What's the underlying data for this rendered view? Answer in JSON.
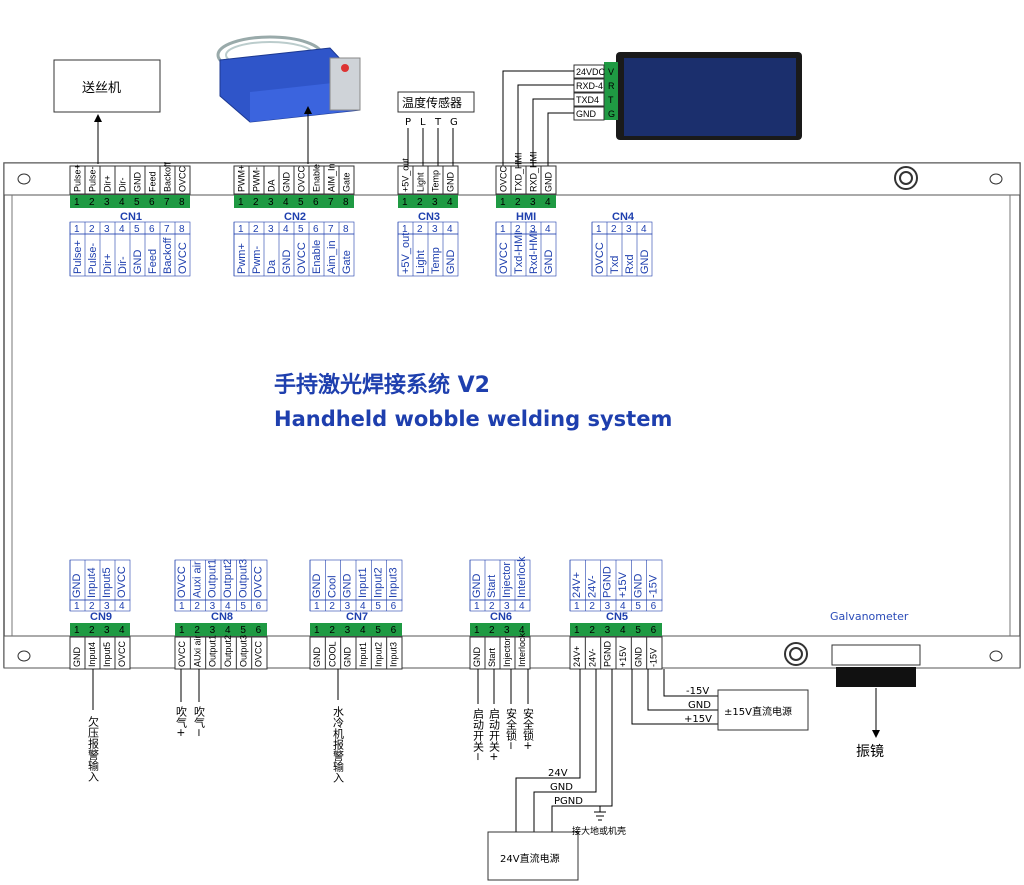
{
  "title_cn": "手持激光焊接系统 V2",
  "title_en": "Handheld wobble welding system",
  "galvanometer_label": "Galvanometer",
  "wire_feeder_label": "送丝机",
  "temp_sensor_label": "温度传感器",
  "temp_sensor_pins": [
    "P",
    "L",
    "T",
    "G"
  ],
  "hmi_pins": [
    "24VDC",
    "RXD-4",
    "TXD4",
    "GND"
  ],
  "hmi_side_letters": [
    "V",
    "R",
    "T",
    "G"
  ],
  "galvo_label": "振镜",
  "power24_label": "24V直流电源",
  "power15_label": "±15V直流电源",
  "ground_label": "接大地或机壳",
  "top_connectors": [
    {
      "id": "CN1",
      "terminals": [
        "Pulse+",
        "Pulse-",
        "Dir+",
        "Dir-",
        "GND",
        "Feed",
        "Backoff",
        "OVCC"
      ],
      "pins": [
        "Pulse+",
        "Pulse-",
        "Dir+",
        "Dir-",
        "GND",
        "Feed",
        "Backoff",
        "OVCC"
      ]
    },
    {
      "id": "CN2",
      "terminals": [
        "PWM+",
        "PWM-",
        "DA",
        "GND",
        "OVCC",
        "Enable",
        "AIM_In",
        "Gate"
      ],
      "pins": [
        "Pwm+",
        "Pwm-",
        "Da",
        "GND",
        "OVCC",
        "Enable",
        "Aim_in",
        "Gate"
      ]
    },
    {
      "id": "CN3",
      "terminals": [
        "+5V_out",
        "Light",
        "Temp",
        "GND"
      ],
      "pins": [
        "+5V_out",
        "Light",
        "Temp",
        "GND"
      ]
    },
    {
      "id": "HMI",
      "terminals": [
        "OVCC",
        "TXD_HMI",
        "RXD_HMI",
        "GND"
      ],
      "pins": [
        "OVCC",
        "Txd-HMI",
        "Rxd-HMI",
        "GND"
      ]
    },
    {
      "id": "CN4",
      "terminals": [],
      "pins": [
        "OVCC",
        "Txd",
        "Rxd",
        "GND"
      ]
    }
  ],
  "bottom_connectors": [
    {
      "id": "CN9",
      "pins": [
        "GND",
        "Input4",
        "Input5",
        "OVCC"
      ],
      "terminals": [
        "GND",
        "Input4",
        "Input5",
        "OVCC"
      ]
    },
    {
      "id": "CN8",
      "pins": [
        "OVCC",
        "Auxi air",
        "Output1",
        "Output2",
        "Output3",
        "OVCC"
      ],
      "terminals": [
        "OVCC",
        "AUxi air",
        "Output1",
        "Output2",
        "Output3",
        "OVCC"
      ]
    },
    {
      "id": "CN7",
      "pins": [
        "GND",
        "Cool",
        "GND",
        "Input1",
        "Input2",
        "Input3"
      ],
      "terminals": [
        "GND",
        "COOL",
        "GND",
        "Input1",
        "Input2",
        "Input3"
      ]
    },
    {
      "id": "CN6",
      "pins": [
        "GND",
        "Start",
        "Injector",
        "Interlock"
      ],
      "terminals": [
        "GND",
        "Start",
        "Injector",
        "Interlock"
      ]
    },
    {
      "id": "CN5",
      "pins": [
        "24V+",
        "24V-",
        "PGND",
        "+15V",
        "GND",
        "-15V"
      ],
      "terminals": [
        "24V+",
        "24V-",
        "PGND",
        "+15V",
        "GND",
        "-15V"
      ]
    }
  ],
  "bottom_labels": {
    "cn9": "欠压报警输入",
    "air_plus": "吹气+",
    "air_minus": "吹气−",
    "cn7": "水冷机报警输入",
    "start_minus": "启动开关−",
    "start_plus": "启动开关+",
    "safety_minus": "安全锁−",
    "safety_plus": "安全锁+"
  },
  "wire_labels": {
    "v24": "24V",
    "gnd": "GND",
    "pgnd": "PGND",
    "m15": "-15V",
    "gnd15": "GND",
    "p15": "+15V"
  },
  "colors": {
    "terminal_green": "#1f9a43",
    "blue_text": "#1e3fae",
    "board": "#ffffff"
  }
}
